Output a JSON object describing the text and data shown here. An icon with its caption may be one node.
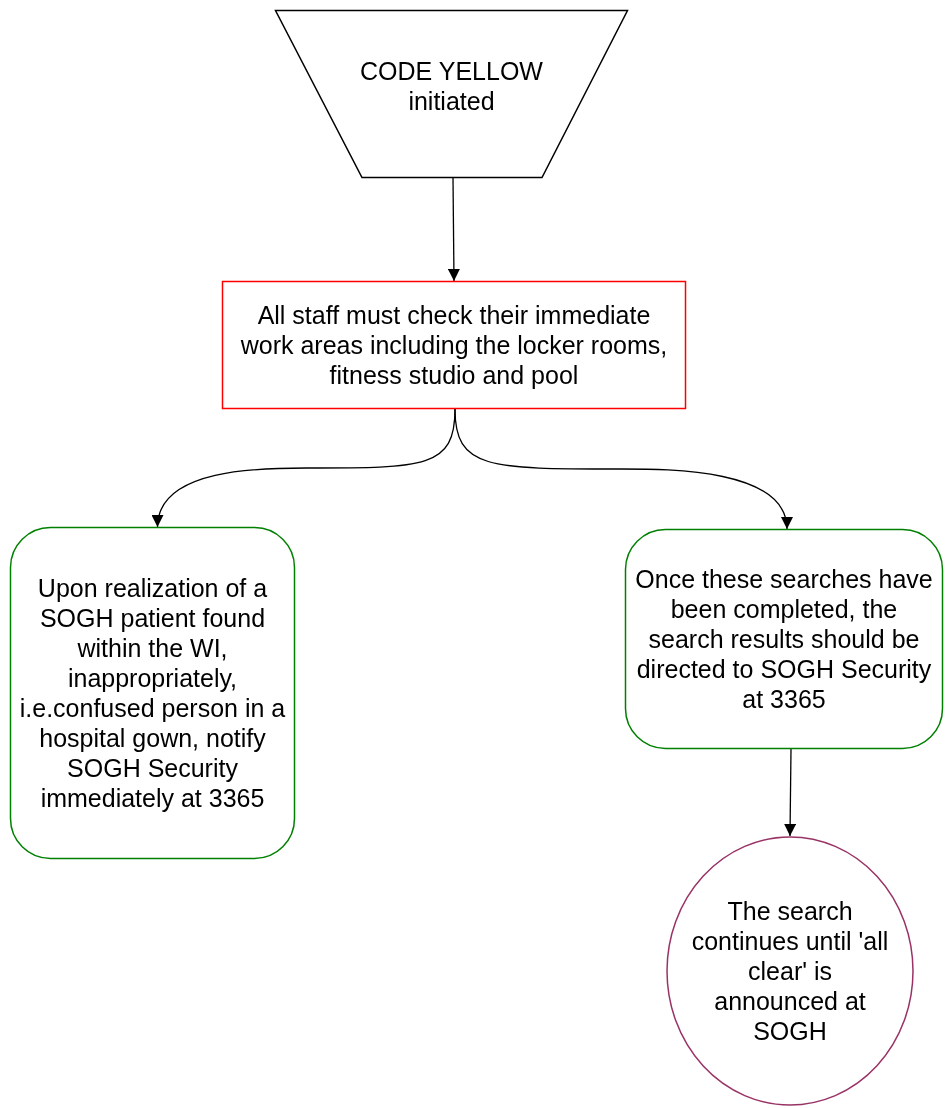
{
  "diagram": {
    "nodes": [
      {
        "text": [
          "CODE YELLOW initiated"
        ]
      },
      {
        "text": [
          "All staff must check their immediate work areas including the locker rooms, fitness studio and pool"
        ]
      },
      {
        "text": [
          "Upon realization of a SOGH patient found within the WI, inappropriately, i.e.confused person in a hospital gown, notify SOGH Security immediately at 3365"
        ]
      },
      {
        "text": [
          "Once these searches have been completed, the search results should be directed to SOGH Security at 3365"
        ]
      },
      {
        "text": [
          "The search continues until 'all clear' is announced at SOGH"
        ]
      }
    ],
    "edges": [
      {
        "from": 0,
        "to": 1,
        "arrow": "to"
      },
      {
        "from": 1,
        "to": 2,
        "arrow": "to"
      },
      {
        "from": 1,
        "to": 3,
        "arrow": "to"
      },
      {
        "from": 3,
        "to": 4,
        "arrow": "to"
      }
    ]
  }
}
